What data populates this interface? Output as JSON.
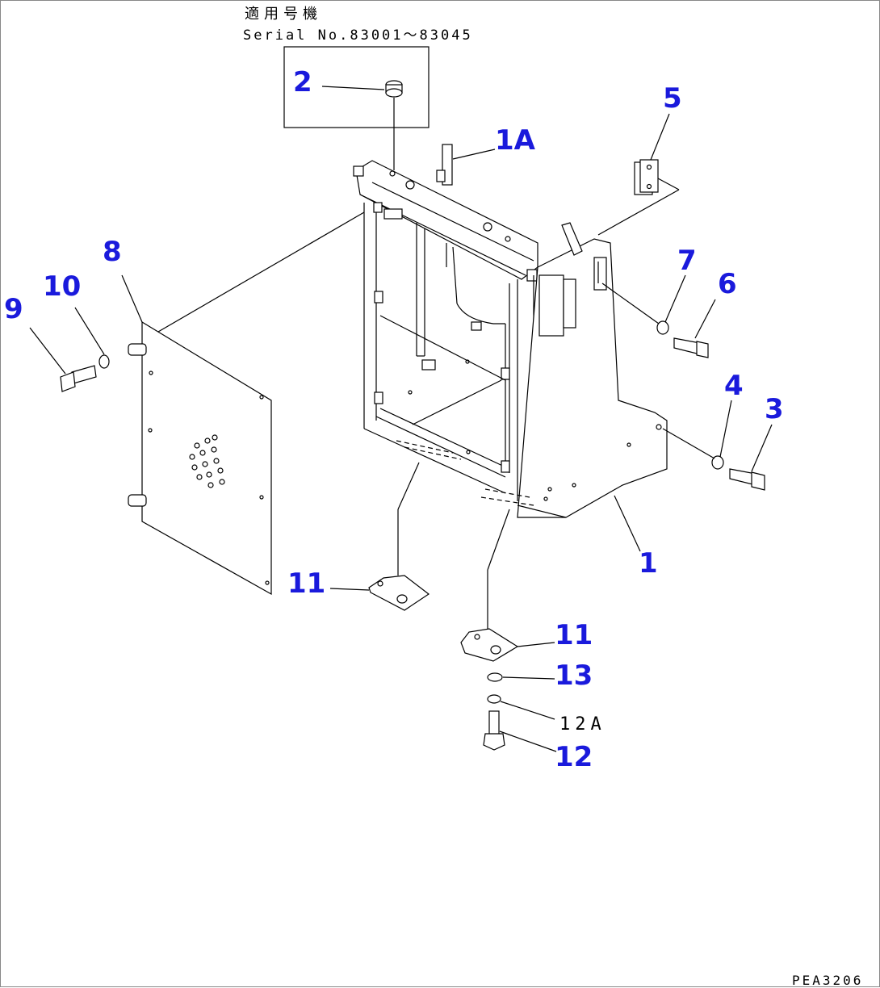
{
  "header": {
    "applicable_label": "適用号機",
    "serial_label": "Serial No.83001～83045"
  },
  "callouts": {
    "c1": "1",
    "c1a": "1A",
    "c2": "2",
    "c3": "3",
    "c4": "4",
    "c5": "5",
    "c6": "6",
    "c7": "7",
    "c8": "8",
    "c9": "9",
    "c10": "10",
    "c11_left": "11",
    "c11_right": "11",
    "c12": "12",
    "c12a": "12A",
    "c13": "13"
  },
  "footer": {
    "drawing_number": "PEA3206"
  },
  "colors": {
    "callout": "#1a1adc",
    "line": "#000000"
  }
}
